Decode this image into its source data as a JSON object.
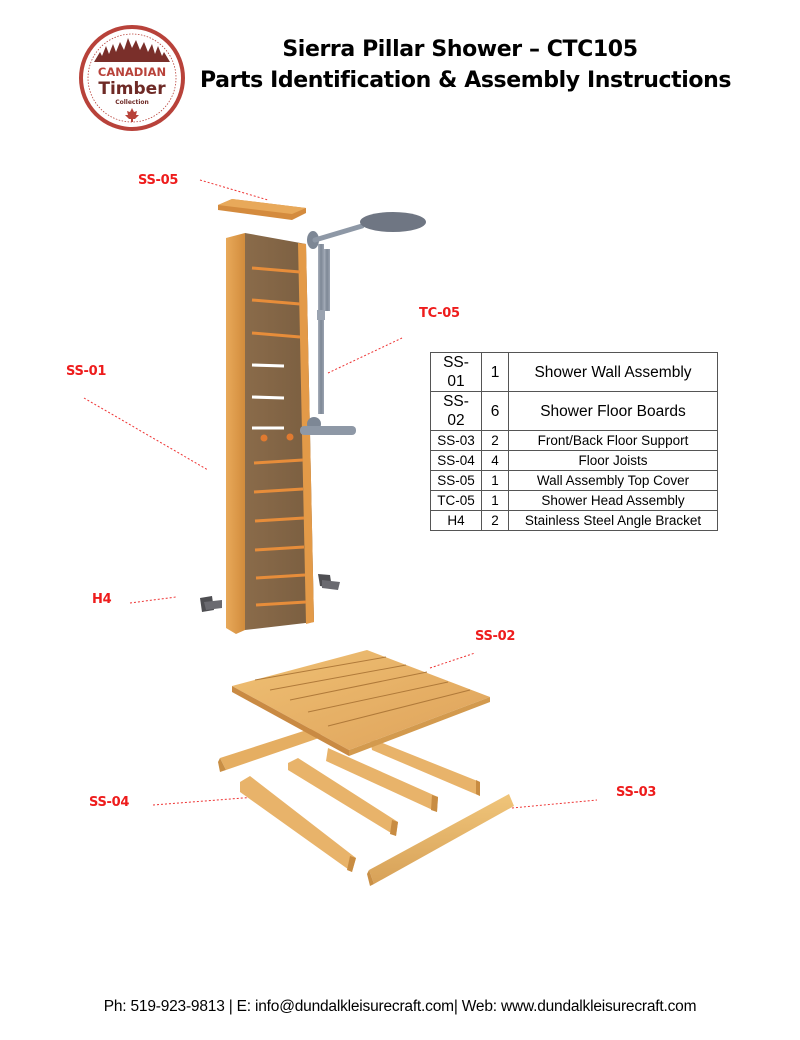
{
  "logo": {
    "line1": "CANADIAN",
    "line2": "Timber",
    "line3": "Collection",
    "colors": {
      "ring": "#b8423a",
      "text_top": "#b8423a",
      "text_main": "#6e2a26",
      "trees": "#7a2f2a"
    }
  },
  "header": {
    "title_line1": "Sierra Pillar Shower – CTC105",
    "title_line2": "Parts Identification & Assembly Instructions"
  },
  "callouts": {
    "ss05": "SS-05",
    "tc05": "TC-05",
    "ss01": "SS-01",
    "h4": "H4",
    "ss02": "SS-02",
    "ss04": "SS-04",
    "ss03": "SS-03",
    "color": "#ee1c1c"
  },
  "parts_table": {
    "rows": [
      {
        "code": "SS-01",
        "qty": "1",
        "description": "Shower Wall Assembly"
      },
      {
        "code": "SS-02",
        "qty": "6",
        "description": "Shower Floor Boards"
      },
      {
        "code": "SS-03",
        "qty": "2",
        "description": "Front/Back Floor Support"
      },
      {
        "code": "SS-04",
        "qty": "4",
        "description": "Floor Joists"
      },
      {
        "code": "SS-05",
        "qty": "1",
        "description": "Wall Assembly Top Cover"
      },
      {
        "code": "TC-05",
        "qty": "1",
        "description": "Shower Head Assembly"
      },
      {
        "code": "H4",
        "qty": "2",
        "description": "Stainless Steel Angle Bracket"
      }
    ]
  },
  "footer": {
    "text": "Ph: 519-923-9813 | E: info@dundalkleisurecraft.com| Web: www.dundalkleisurecraft.com"
  },
  "colors": {
    "wood_light": "#e9b866",
    "wood_mid": "#d89a48",
    "wood_dark": "#8a6a44",
    "steel": "#8e98a6"
  }
}
